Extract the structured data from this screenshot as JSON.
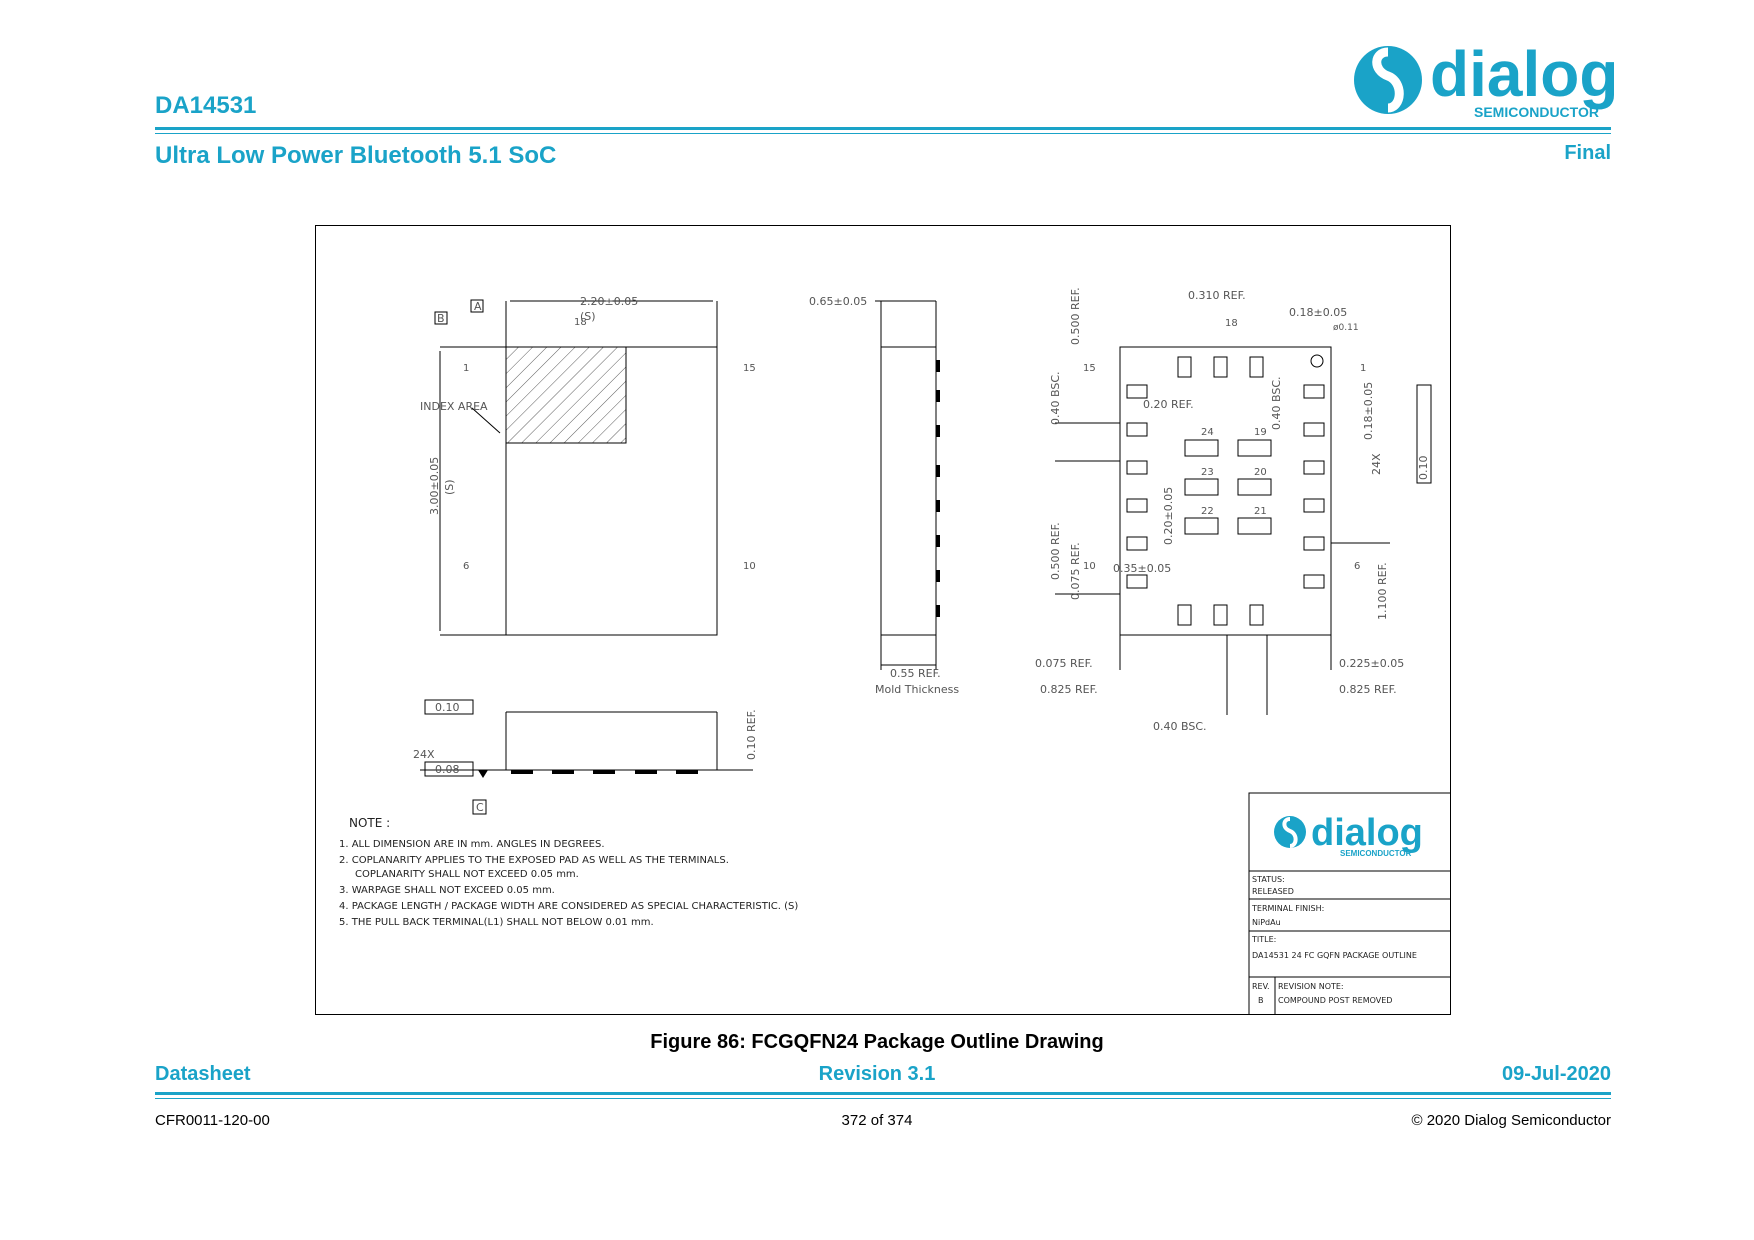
{
  "header": {
    "doc_id": "DA14531",
    "subtitle": "Ultra Low Power Bluetooth 5.1 SoC",
    "status": "Final",
    "logo_word": "dialog",
    "logo_sub": "SEMICONDUCTOR"
  },
  "drawing": {
    "top_dims": {
      "width": "2.20±0.05",
      "length": "3.00±0.05",
      "s": "(S)",
      "thickness": "0.65±0.05",
      "mold": "0.55 REF.",
      "mold_label": "Mold Thickness"
    },
    "labels": {
      "index_area": "INDEX AREA",
      "datum_a": "A",
      "datum_b": "B",
      "datum_c": "C",
      "note_hdr": "NOTE :"
    },
    "bottom_dims": {
      "r0310": "0.310 REF.",
      "r018": "0.18±0.05",
      "r011": "ø0.11",
      "r0500": "0.500 REF.",
      "r040bsc_a": "0.40 BSC.",
      "r020": "0.20 REF.",
      "r040bsc_b": "0.40 BSC.",
      "r018b": "0.18±0.05",
      "r24x": "24X",
      "r020b": "0.20±0.05",
      "r0500b": "0.500 REF.",
      "r0075": "0.075 REF.",
      "r035": "0.35±0.05",
      "r1100": "1.100 REF.",
      "r0075b": "0.075 REF.",
      "r0225": "0.225±0.05",
      "r0825a": "0.825 REF.",
      "r0825b": "0.825 REF.",
      "r040bsc_c": "0.40 BSC.",
      "r010": "0.10 REF.",
      "f010": "0.10",
      "f008": "0.08",
      "r24xb": "24X",
      "fpos": "0.10"
    },
    "pins": {
      "p1": "1",
      "p6": "6",
      "p10": "10",
      "p15": "15",
      "p18": "18",
      "p19": "19",
      "p20": "20",
      "p21": "21",
      "p22": "22",
      "p23": "23",
      "p24": "24"
    },
    "notes": [
      "1. ALL DIMENSION ARE IN mm. ANGLES IN DEGREES.",
      "2. COPLANARITY APPLIES TO THE EXPOSED PAD AS WELL AS THE TERMINALS.",
      "COPLANARITY SHALL NOT EXCEED 0.05 mm.",
      "3. WARPAGE SHALL NOT EXCEED 0.05 mm.",
      "4. PACKAGE LENGTH / PACKAGE WIDTH ARE CONSIDERED AS SPECIAL CHARACTERISTIC. (S)",
      "5. THE PULL BACK TERMINAL(L1) SHALL NOT BELOW 0.01 mm."
    ],
    "title_block": {
      "status_lbl": "STATUS:",
      "status_val": "RELEASED",
      "finish_lbl": "TERMINAL FINISH:",
      "finish_val": "NiPdAu",
      "title_lbl": "TITLE:",
      "title_val": "DA14531 24 FC GQFN PACKAGE OUTLINE",
      "rev_lbl": "REV.",
      "rev_val": "B",
      "note_lbl": "REVISION NOTE:",
      "note_val": "COMPOUND POST REMOVED"
    }
  },
  "caption": "Figure 86: FCGQFN24 Package Outline Drawing",
  "footer": {
    "left": "Datasheet",
    "center": "Revision 3.1",
    "right": "09-Jul-2020",
    "code": "CFR0011-120-00",
    "page": "372 of 374",
    "copyright": "© 2020 Dialog Semiconductor"
  },
  "colors": {
    "accent": "#1aa3c8",
    "line": "#000000"
  }
}
